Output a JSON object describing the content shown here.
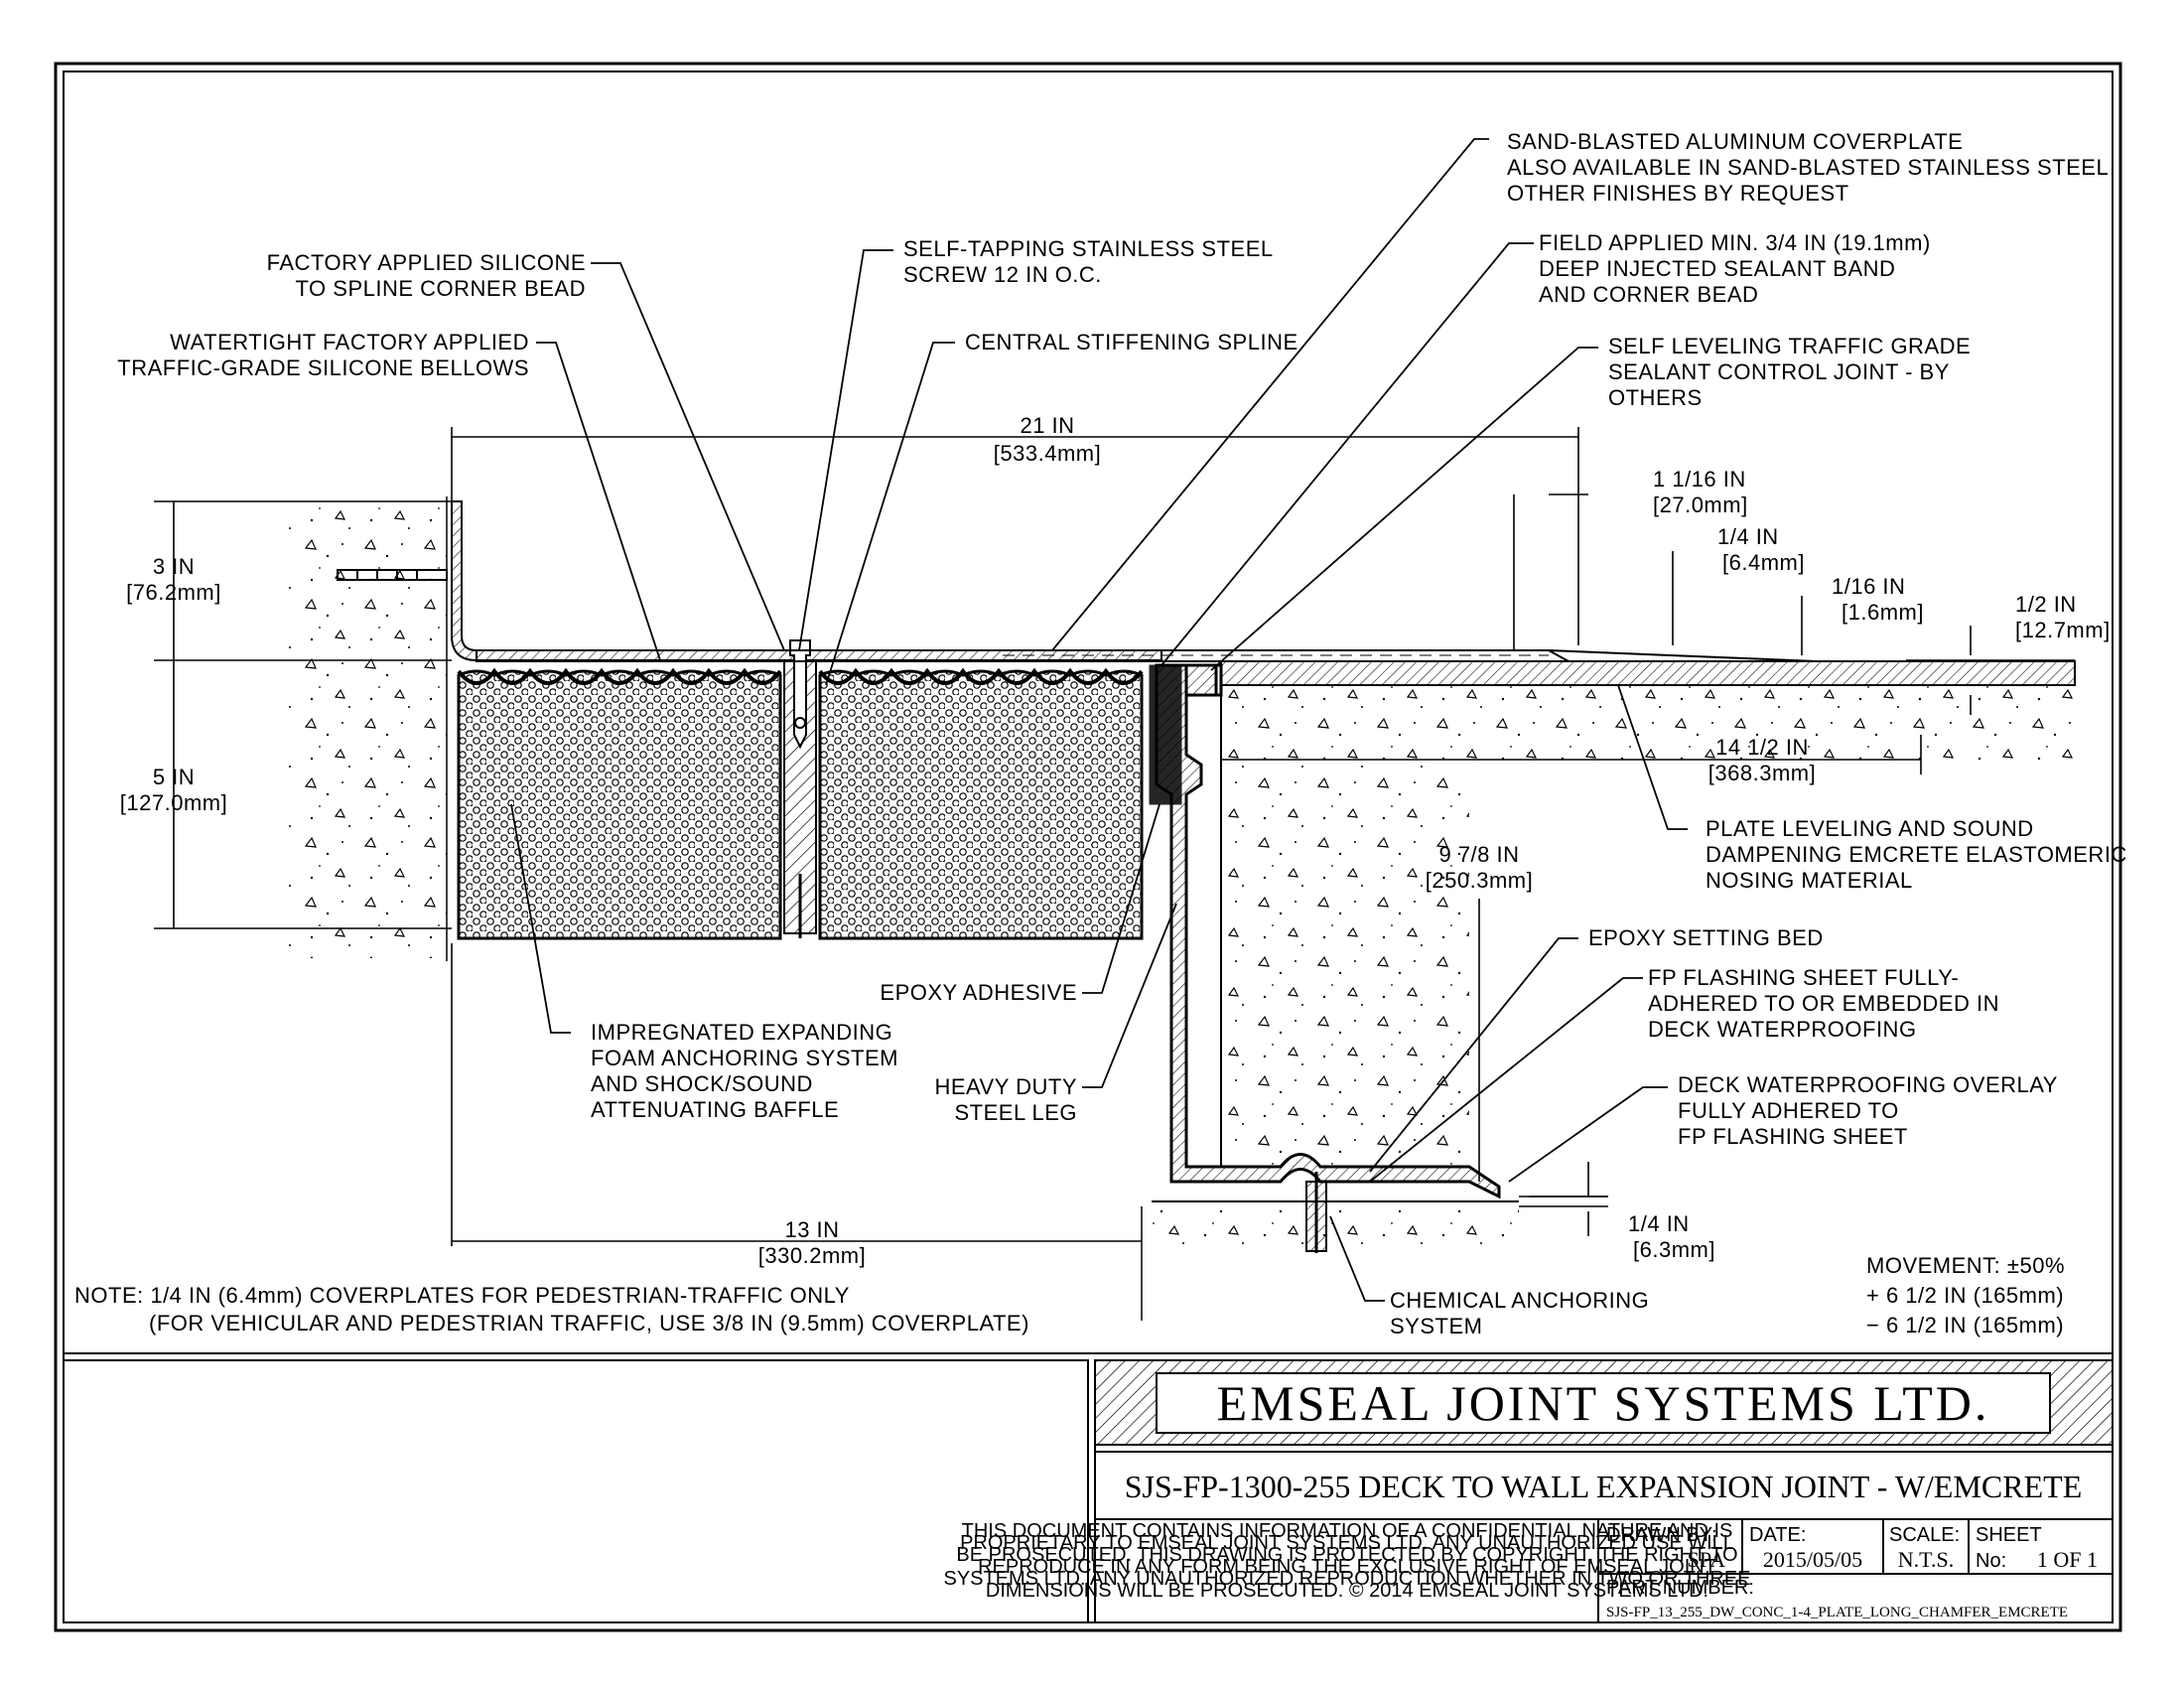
{
  "callouts": {
    "coverplate": [
      "SAND-BLASTED ALUMINUM COVERPLATE",
      "ALSO AVAILABLE IN SAND-BLASTED STAINLESS STEEL",
      "OTHER FINISHES BY REQUEST"
    ],
    "silicone_bead": [
      "FACTORY APPLIED SILICONE",
      "TO SPLINE CORNER BEAD"
    ],
    "screw": [
      "SELF-TAPPING STAINLESS STEEL",
      "SCREW 12 IN O.C."
    ],
    "field_sealant": [
      "FIELD APPLIED MIN. 3/4 IN (19.1mm)",
      "DEEP INJECTED SEALANT BAND",
      "AND CORNER BEAD"
    ],
    "bellows": [
      "WATERTIGHT FACTORY APPLIED",
      "TRAFFIC-GRADE SILICONE BELLOWS"
    ],
    "spline": [
      "CENTRAL STIFFENING SPLINE"
    ],
    "control_joint": [
      "SELF LEVELING TRAFFIC GRADE",
      "SEALANT CONTROL JOINT - BY",
      "OTHERS"
    ],
    "nosing": [
      "PLATE LEVELING AND SOUND",
      "DAMPENING EMCRETE ELASTOMERIC",
      "NOSING MATERIAL"
    ],
    "setting_bed": [
      "EPOXY SETTING BED"
    ],
    "flashing": [
      "FP FLASHING SHEET FULLY-",
      "ADHERED TO OR EMBEDDED IN",
      "DECK WATERPROOFING"
    ],
    "overlay": [
      "DECK WATERPROOFING OVERLAY",
      "FULLY ADHERED TO",
      "FP FLASHING SHEET"
    ],
    "epoxy_adhesive": [
      "EPOXY ADHESIVE"
    ],
    "foam": [
      "IMPREGNATED EXPANDING",
      "FOAM ANCHORING SYSTEM",
      "AND SHOCK/SOUND",
      "ATTENUATING BAFFLE"
    ],
    "steel_leg": [
      "HEAVY DUTY",
      "STEEL LEG"
    ],
    "anchoring": [
      "CHEMICAL ANCHORING",
      "SYSTEM"
    ]
  },
  "dimensions": {
    "width_21": [
      "21 IN",
      "[533.4mm]"
    ],
    "d_1_1_16": [
      "1 1/16 IN",
      "[27.0mm]"
    ],
    "d_1_4_top": [
      "1/4 IN",
      "[6.4mm]"
    ],
    "d_1_16": [
      "1/16 IN",
      "[1.6mm]"
    ],
    "d_1_2": [
      "1/2 IN",
      "[12.7mm]"
    ],
    "d_3": [
      "3 IN",
      "[76.2mm]"
    ],
    "d_5": [
      "5 IN",
      "[127.0mm]"
    ],
    "d_14_1_2": [
      "14 1/2 IN",
      "[368.3mm]"
    ],
    "d_9_7_8": [
      "9 7/8 IN",
      "[250.3mm]"
    ],
    "d_13": [
      "13 IN",
      "[330.2mm]"
    ],
    "d_1_4_bottom": [
      "1/4 IN",
      "[6.3mm]"
    ]
  },
  "note": [
    "NOTE: 1/4 IN (6.4mm) COVERPLATES FOR PEDESTRIAN-TRAFFIC ONLY",
    "(FOR VEHICULAR AND PEDESTRIAN TRAFFIC, USE 3/8 IN (9.5mm) COVERPLATE)"
  ],
  "movement": [
    "MOVEMENT: ±50%",
    "+ 6 1/2 IN (165mm)",
    "− 6 1/2 IN (165mm)"
  ],
  "title_block": {
    "company": "EMSEAL JOINT SYSTEMS LTD.",
    "drawing_title": "SJS-FP-1300-255 DECK TO WALL EXPANSION JOINT - W/EMCRETE",
    "disclaimer": [
      "THIS DOCUMENT CONTAINS INFORMATION OF A CONFIDENTIAL NATURE AND IS",
      "PROPRIETARY TO EMSEAL JOINT SYSTEMS LTD. ANY UNAUTHORIZED USE WILL",
      "BE PROSECUTED. THIS DRAWING IS PROTECTED BY COPYRIGHT, THE RIGHT TO",
      "REPRODUCE IN ANY FORM BEING THE EXCLUSIVE RIGHT OF EMSEAL JOINT",
      "SYSTEMS LTD. ANY UNAUTHORIZED REPRODUCTION WHETHER IN TWO OR THREE",
      "DIMENSIONS WILL BE PROSECUTED. © 2014 EMSEAL JOINT SYSTEMS LTD."
    ],
    "drawn_by_label": "DRAWN BY:",
    "drawn_by": "SPA",
    "date_label": "DATE:",
    "date": "2015/05/05",
    "scale_label": "SCALE:",
    "scale": "N.T.S.",
    "sheet_label": "SHEET",
    "sheet_no_label": "No:",
    "sheet": "1 OF 1",
    "part_label": "PART NUMBER:",
    "part_number": "SJS-FP_13_255_DW_CONC_1-4_PLATE_LONG_CHAMFER_EMCRETE"
  }
}
